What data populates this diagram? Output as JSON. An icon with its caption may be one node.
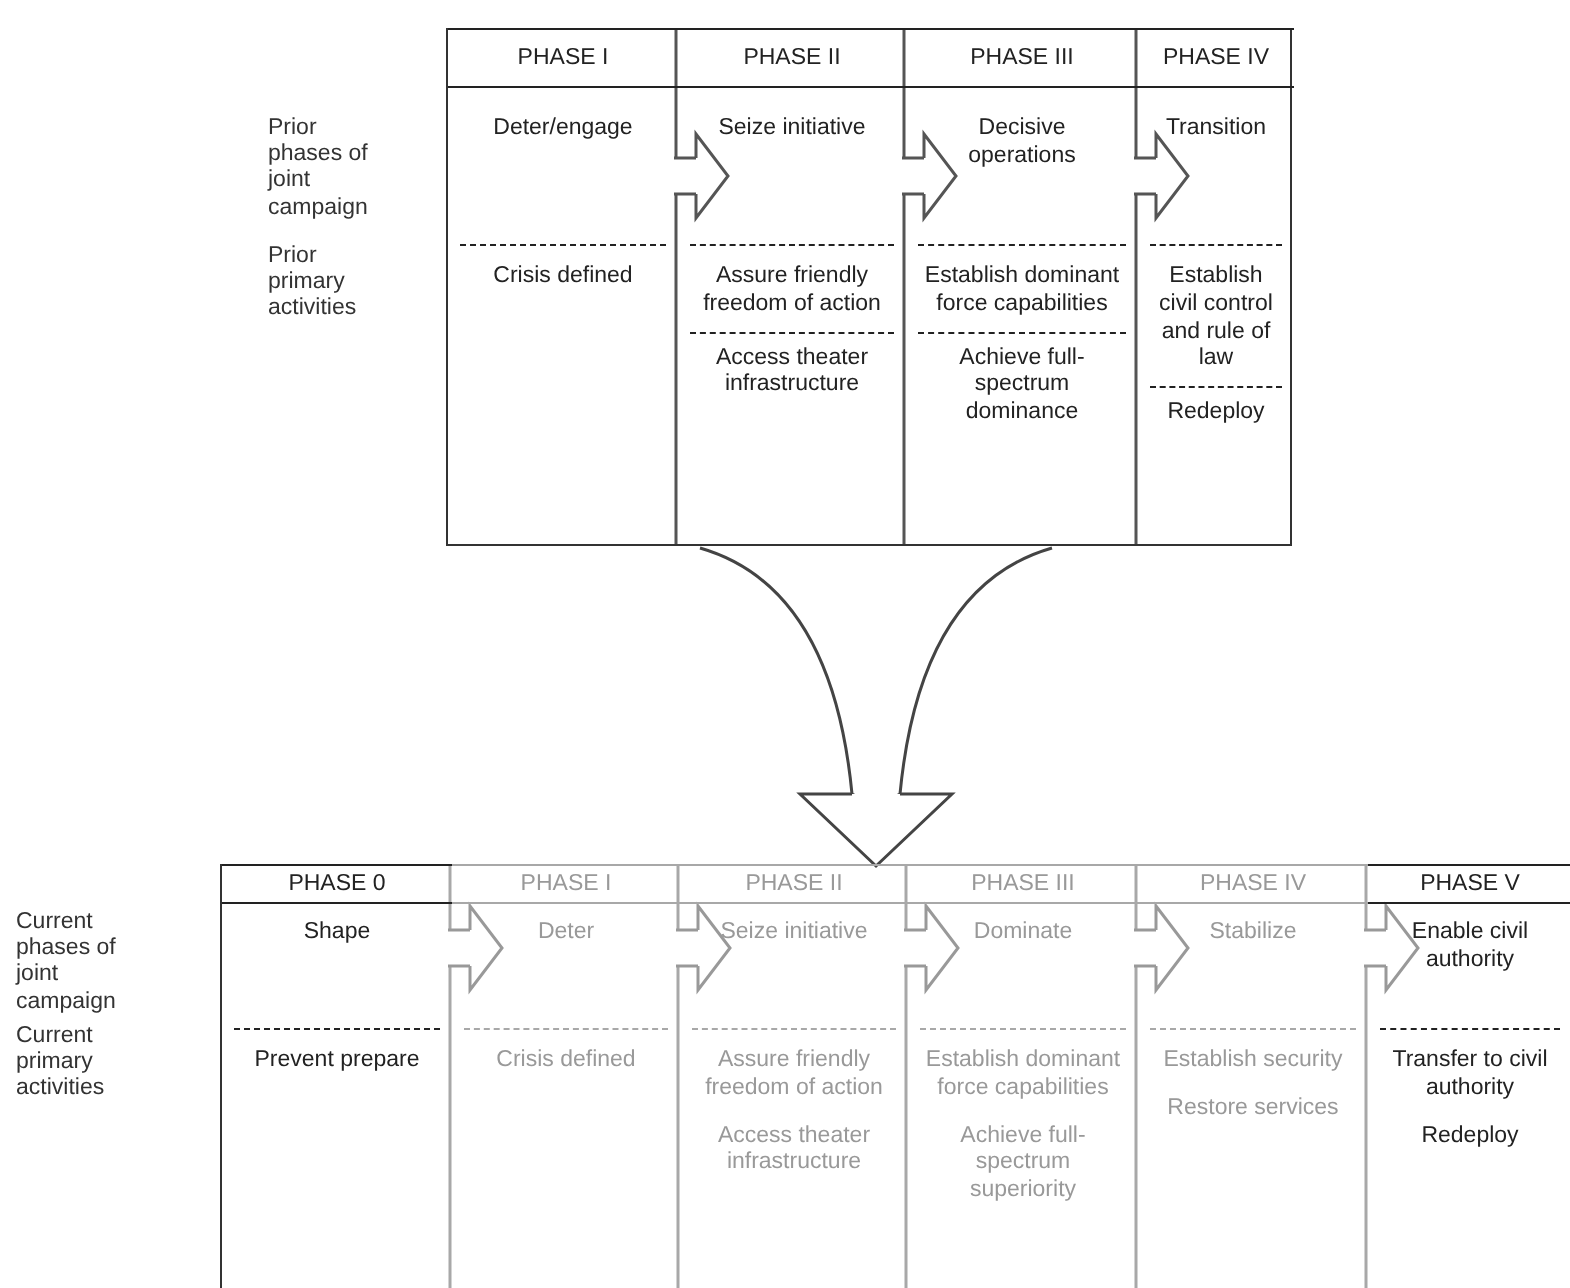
{
  "diagram": {
    "nodes": [
      {
        "text": [],
        "shape": "box"
      },
      {
        "text": [
          "PHASE I",
          "Deter/engage",
          "Crisis defined"
        ],
        "in": 0
      },
      {
        "text": [
          "PHASE II",
          "Seize initiative",
          "Assure friendly freedom of action",
          "Access theater infrastructure"
        ],
        "in": 0
      },
      {
        "text": [
          "PHASE III",
          "Decisive operations",
          "Establish dominant force capabilities",
          "Achieve full-spectrum dominance"
        ],
        "in": 0
      },
      {
        "text": [
          "PHASE IV",
          "Transition",
          "Establish civil control and rule of law",
          "Redeploy"
        ],
        "in": 0
      },
      {
        "text": [],
        "shape": "box"
      },
      {
        "text": [
          "PHASE 0",
          "Shape",
          "Prevent prepare"
        ],
        "in": 5
      },
      {
        "text": [
          "PHASE I",
          "Deter",
          "Crisis defined"
        ],
        "in": 5
      },
      {
        "text": [
          "PHASE II",
          "Seize initiative",
          "Assure friendly freedom of action",
          "Access theater infrastructure"
        ],
        "in": 5
      },
      {
        "text": [
          "PHASE III",
          "Dominate",
          "Establish dominant force capabilities",
          "Achieve full-spectrum superiority"
        ],
        "in": 5
      },
      {
        "text": [
          "PHASE IV",
          "Stabilize",
          "Establish security",
          "Restore services"
        ],
        "in": 5
      },
      {
        "text": [
          "PHASE V",
          "Enable civil authority",
          "Transfer to civil authority",
          "Redeploy"
        ],
        "in": 5
      }
    ],
    "edges": [
      {
        "from": 1,
        "to": 2,
        "arrow": "to",
        "color": "#555555"
      },
      {
        "from": 2,
        "to": 3,
        "arrow": "to",
        "color": "#555555"
      },
      {
        "from": 3,
        "to": 4,
        "arrow": "to",
        "color": "#555555"
      },
      {
        "from": 0,
        "to": 5,
        "arrow": "to",
        "color": "#444444"
      },
      {
        "from": 6,
        "to": 7,
        "arrow": "to"
      },
      {
        "from": 7,
        "to": 8,
        "arrow": "to"
      },
      {
        "from": 8,
        "to": 9,
        "arrow": "to"
      },
      {
        "from": 9,
        "to": 10,
        "arrow": "to"
      },
      {
        "from": 10,
        "to": 11,
        "arrow": "to"
      }
    ],
    "labels": [
      "Prior phases of joint campaign",
      "Prior primary activities",
      "Current phases of joint campaign",
      "Current primary activities"
    ]
  }
}
